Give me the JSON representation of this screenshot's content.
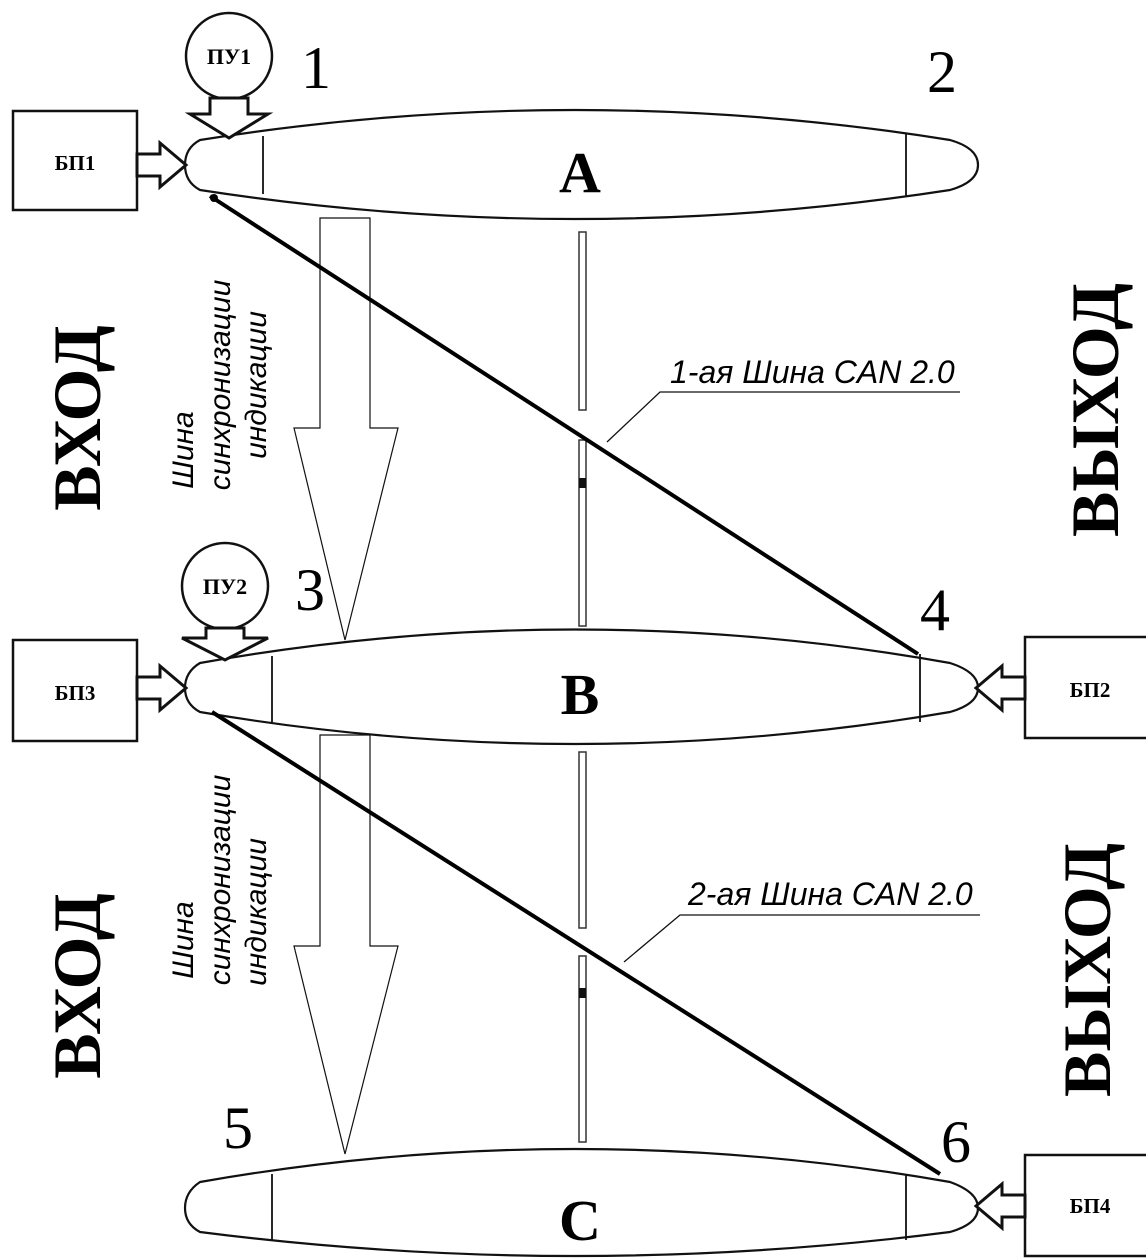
{
  "units": {
    "A": {
      "letter": "A",
      "left_num": "1",
      "right_num": "2"
    },
    "B": {
      "letter": "B",
      "left_num": "3",
      "right_num": "4"
    },
    "C": {
      "letter": "C",
      "left_num": "5",
      "right_num": "6"
    }
  },
  "supplies": {
    "bp1": "БП1",
    "bp2": "БП2",
    "bp3": "БП3",
    "bp4": "БП4"
  },
  "controls": {
    "pu1": "ПУ1",
    "pu2": "ПУ2"
  },
  "side_labels": {
    "input_top": "ВХОД",
    "input_bottom": "ВХОД",
    "output_top": "ВЫХОД",
    "output_bottom": "ВЫХОД"
  },
  "sync_bus": {
    "top": {
      "line1": "Шина",
      "line2": "синхронизации",
      "line3": "индикации"
    },
    "bottom": {
      "line1": "Шина",
      "line2": "синхронизации",
      "line3": "индикации"
    }
  },
  "can_bus": {
    "first": "1-ая Шина CAN 2.0",
    "second": "2-ая Шина CAN 2.0"
  }
}
